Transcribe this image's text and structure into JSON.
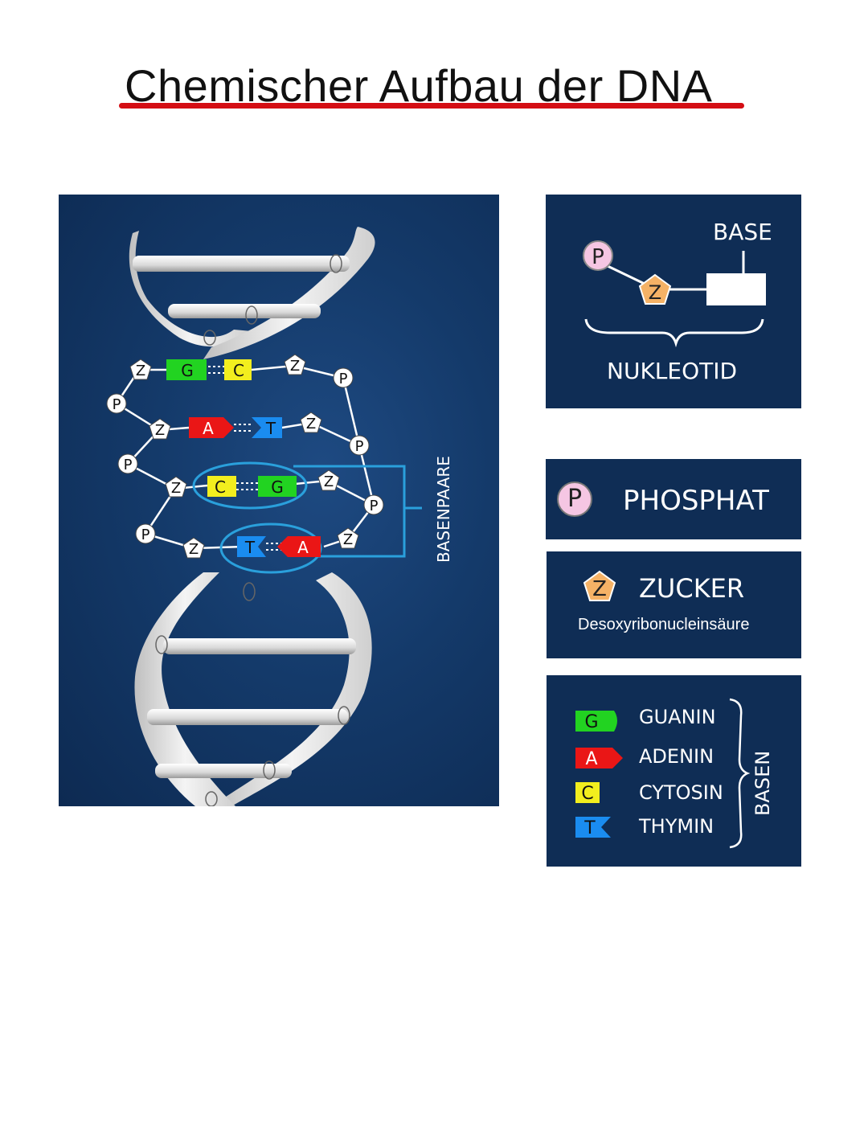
{
  "title": "Chemischer Aufbau der DNA",
  "colors": {
    "panel_bg": "#0f2d55",
    "underline": "#d40e14",
    "guanin": "#22d321",
    "adenin": "#ea1616",
    "cytosin": "#f2ee1e",
    "thymin": "#1a8cf0",
    "phosphat": "#f5c6e3",
    "zucker": "#f5b266"
  },
  "dna": {
    "strand_letter_left": "Z",
    "phosphate_letter": "P",
    "pairs": [
      {
        "left": "G",
        "right": "C"
      },
      {
        "left": "A",
        "right": "T"
      },
      {
        "left": "C",
        "right": "G"
      },
      {
        "left": "T",
        "right": "A"
      }
    ],
    "basenpaare_label": "BASENPAARE"
  },
  "nukleotid": {
    "p_letter": "P",
    "z_letter": "Z",
    "base_label": "BASE",
    "nukleotid_label": "NUKLEOTID"
  },
  "phosphat": {
    "letter": "P",
    "label": "PHOSPHAT"
  },
  "zucker": {
    "letter": "Z",
    "label": "ZUCKER",
    "sub": "Desoxyribonucleinsäure"
  },
  "basen": {
    "items": [
      {
        "letter": "G",
        "name": "GUANIN"
      },
      {
        "letter": "A",
        "name": "ADENIN"
      },
      {
        "letter": "C",
        "name": "CYTOSIN"
      },
      {
        "letter": "T",
        "name": "THYMIN"
      }
    ],
    "group_label": "BASEN"
  }
}
